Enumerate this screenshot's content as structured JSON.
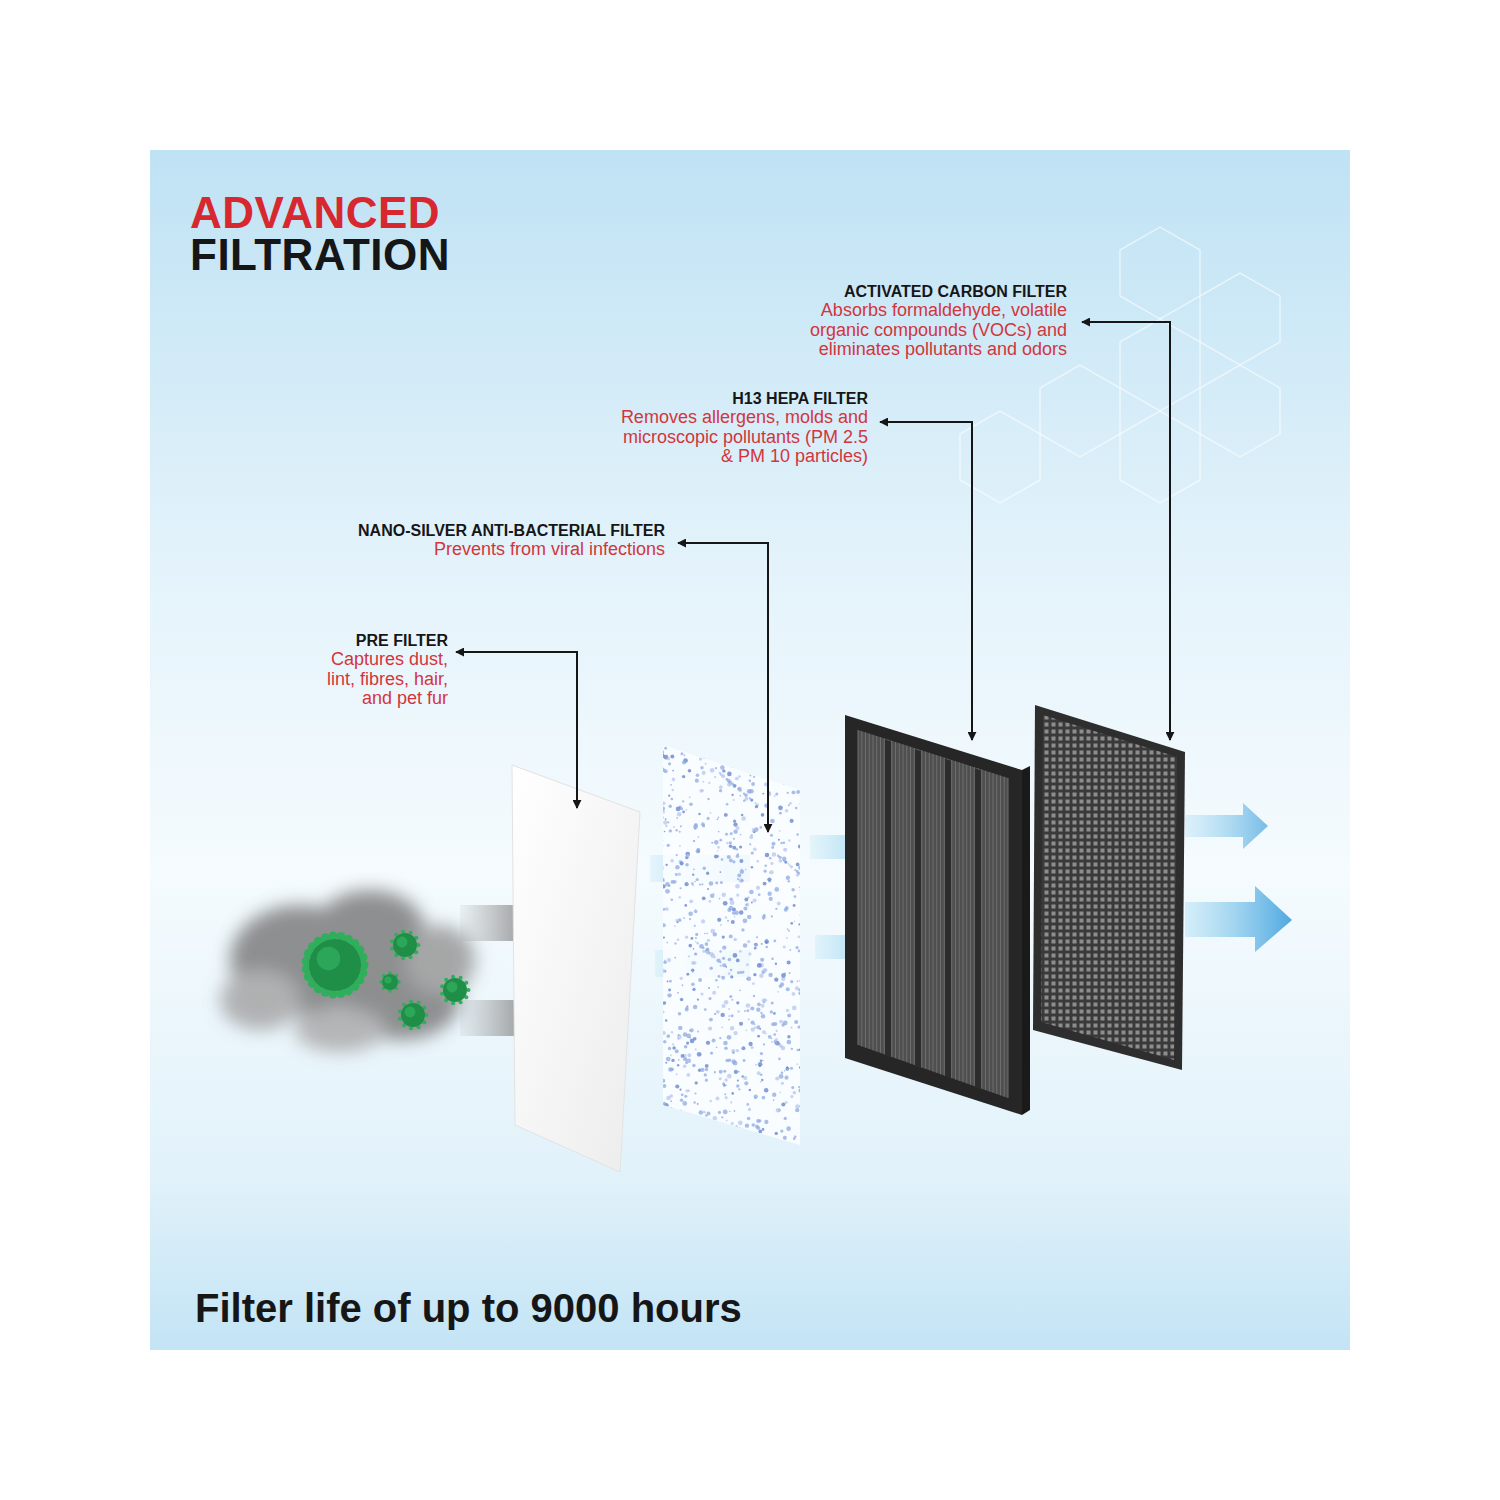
{
  "diagram": {
    "title": "ADVANCED FILTRATION",
    "caption": "Filter life of up to 9000 hours",
    "labels": [
      "ACTIVATED CARBON FILTER",
      "Absorbs formaldehyde, volatile organic compounds (VOCs) and eliminates pollutants and odors",
      "H13 HEPA FILTER",
      "Removes allergens, molds and microscopic pollutants (PM 2.5 & PM 10 particles)",
      "NANO-SILVER ANTI-BACTERIAL FILTER",
      "Prevents from viral infections",
      "PRE FILTER",
      "Captures dust, lint, fibres, hair, and pet fur"
    ]
  }
}
